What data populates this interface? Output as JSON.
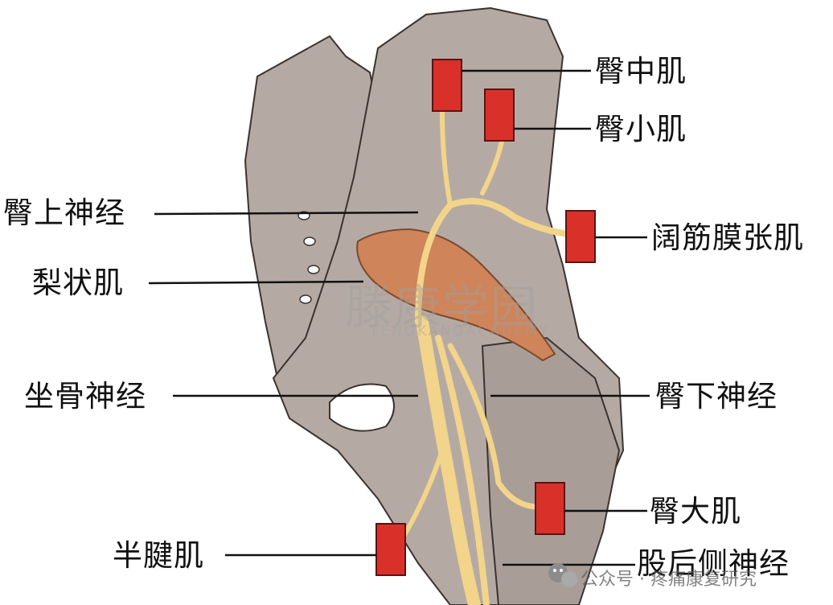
{
  "labels": {
    "gluteus_medius": "臀中肌",
    "gluteus_minimus": "臀小肌",
    "tensor_fasciae_latae": "阔筋膜张肌",
    "superior_gluteal_nerve": "臀上神经",
    "piriformis": "梨状肌",
    "sciatic_nerve": "坐骨神经",
    "inferior_gluteal_nerve": "臀下神经",
    "gluteus_maximus": "臀大肌",
    "semitendinosus": "半腱肌",
    "posterior_femoral_cutaneous_nerve": "股后侧神经"
  },
  "watermark": {
    "name": "滕康学园",
    "english": "TENGKANGACADEMY",
    "footer": "公众号 · 疼痛康复研究"
  },
  "colors": {
    "bone": "#b5aaa3",
    "bone_outline": "#3a3330",
    "nerve": "#f2d48a",
    "muscle_marker": "#d9302a",
    "piriformis": "#cf8459",
    "leader_line": "#111111"
  },
  "icons": {
    "wechat_logo": "wechat-icon"
  }
}
